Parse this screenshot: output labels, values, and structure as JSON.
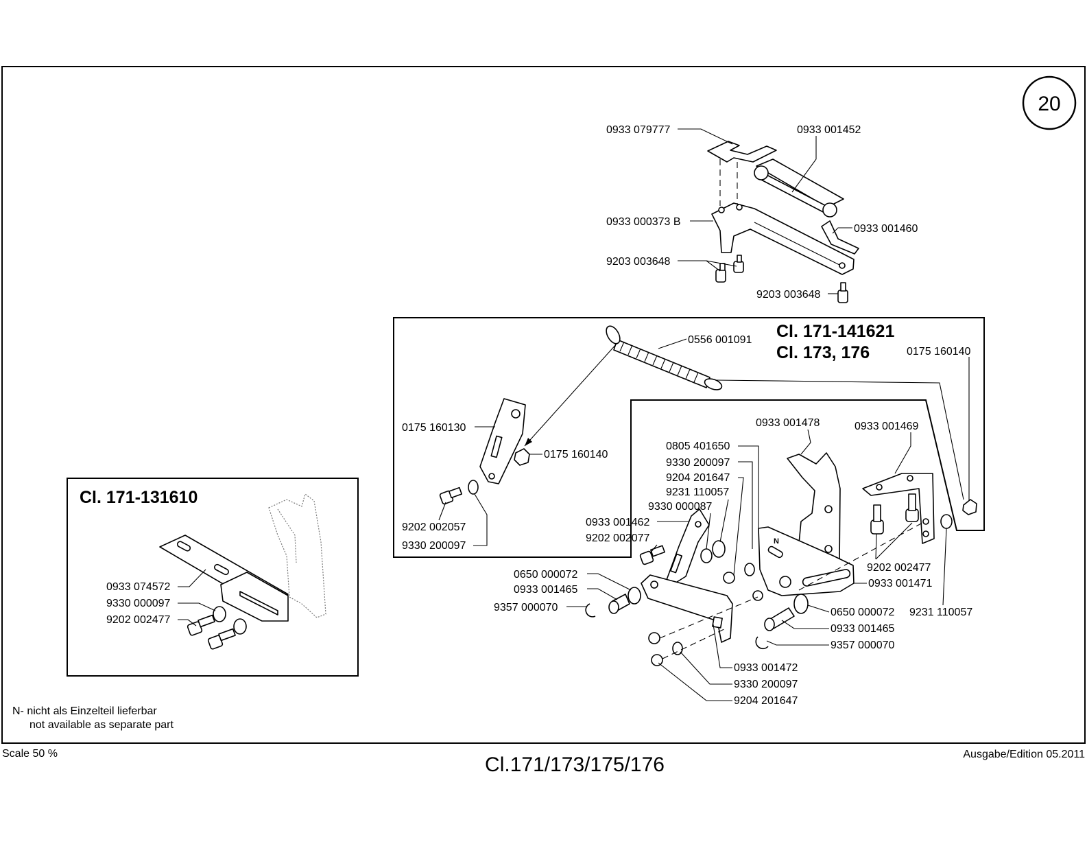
{
  "page_number": "20",
  "top_assembly": {
    "labels": [
      "0933 079777",
      "0933 001452",
      "0933 000373 B",
      "0933 001460",
      "9203 003648",
      "9203 003648"
    ]
  },
  "variant_box_right": {
    "title_line1": "Cl. 171-141621",
    "title_line2": "Cl. 173, 176",
    "labels": [
      "0556 001091",
      "0175 160140",
      "0175 160130",
      "0175 160140",
      "9202 002057",
      "9330 200097"
    ]
  },
  "variant_box_left": {
    "title": "Cl. 171-131610",
    "labels": [
      "0933 074572",
      "9330 000097",
      "9202 002477"
    ]
  },
  "main_assembly": {
    "labels": [
      "0933 001478",
      "0933 001469",
      "0805 401650",
      "9330 200097",
      "9204 201647",
      "9231 110057",
      "9330 000087",
      "0933 001462",
      "9202 002077",
      "0650 000072",
      "0933 001465",
      "9357 000070",
      "9202 002477",
      "0933 001471",
      "0650 000072",
      "9231 110057",
      "0933 001465",
      "9357 000070",
      "0933 001472",
      "9330 200097",
      "9204 201647"
    ]
  },
  "note": {
    "line1": "N- nicht als Einzelteil lieferbar",
    "line2": "not available as separate part"
  },
  "footer": {
    "scale": "Scale 50 %",
    "model": "Cl.171/173/175/176",
    "edition": "Ausgabe/Edition 05.2011"
  }
}
